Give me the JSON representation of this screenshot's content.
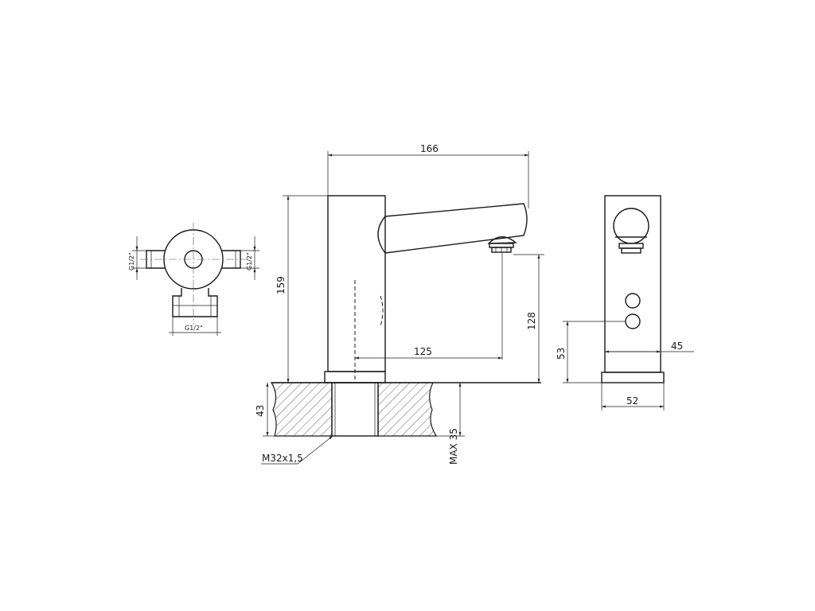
{
  "dimensions": {
    "total_length": "166",
    "total_height": "159",
    "outlet_height": "128",
    "reach": "125",
    "counter_thickness": "43",
    "max_thickness": "MAX 35",
    "thread": "M32x1,5",
    "sensor_height": "53",
    "side_depth": "45",
    "base_width": "52",
    "connection_left": "G1/2\"",
    "connection_right": "G1/2\"",
    "connection_bottom": "G1/2\""
  }
}
